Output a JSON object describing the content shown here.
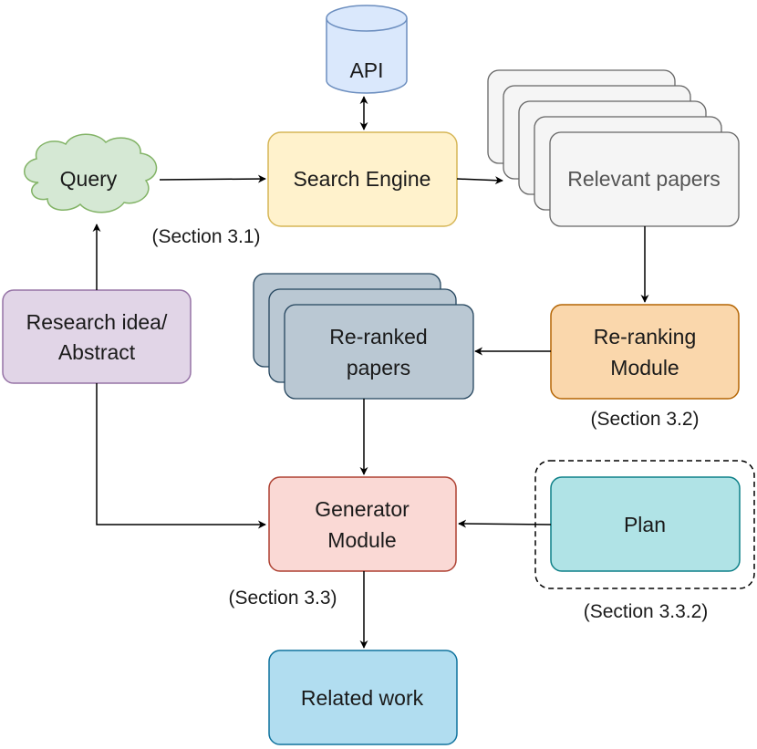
{
  "nodes": {
    "api": "API",
    "query": "Query",
    "search_engine": "Search Engine",
    "relevant_papers": "Relevant papers",
    "research_idea_line1": "Research idea/",
    "research_idea_line2": "Abstract",
    "reranked_line1": "Re-ranked",
    "reranked_line2": "papers",
    "reranking_line1": "Re-ranking",
    "reranking_line2": "Module",
    "generator_line1": "Generator",
    "generator_line2": "Module",
    "plan": "Plan",
    "related_work": "Related work"
  },
  "sections": {
    "search": "(Section 3.1)",
    "reranking": "(Section 3.2)",
    "generator": "(Section 3.3)",
    "plan": "(Section 3.3.2)"
  },
  "colors": {
    "api_fill": "#dae8fc",
    "api_stroke": "#6c8ebf",
    "query_fill": "#d5e8d4",
    "query_stroke": "#82b366",
    "search_fill": "#fff2cc",
    "search_stroke": "#d6b656",
    "papers_fill": "#f5f5f5",
    "papers_stroke": "#666666",
    "idea_fill": "#e1d5e7",
    "idea_stroke": "#9673a6",
    "reranked_fill": "#bac8d3",
    "reranked_stroke": "#23445d",
    "reranking_fill": "#fad7ac",
    "reranking_stroke": "#b46504",
    "generator_fill": "#fad9d5",
    "generator_stroke": "#ae4132",
    "plan_fill": "#b0e3e6",
    "plan_stroke": "#0e8088",
    "related_fill": "#b1ddf0",
    "related_stroke": "#10739e"
  }
}
